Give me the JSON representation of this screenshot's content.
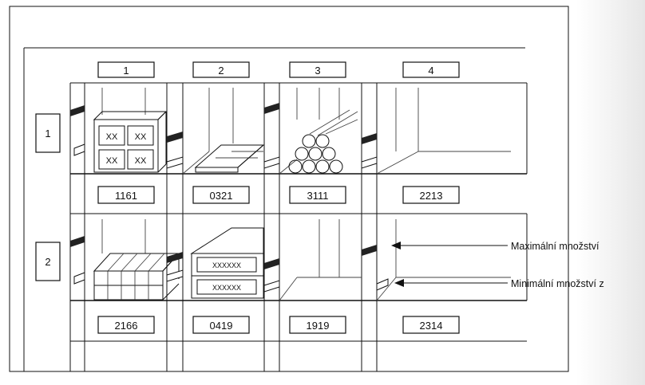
{
  "column_labels": [
    "1",
    "2",
    "3",
    "4"
  ],
  "row_labels": [
    "1",
    "2"
  ],
  "bin_codes_row1": [
    "1161",
    "0321",
    "3111",
    "2213"
  ],
  "bin_codes_row2": [
    "2166",
    "0419",
    "1919",
    "2314"
  ],
  "box_marks": [
    "XX",
    "XX",
    "XX",
    "XX"
  ],
  "label_marks": [
    "XXXXXX",
    "XXXXXX"
  ],
  "annotations": {
    "max_label": "Maximální množství",
    "min_label": "Minimální množství z"
  }
}
